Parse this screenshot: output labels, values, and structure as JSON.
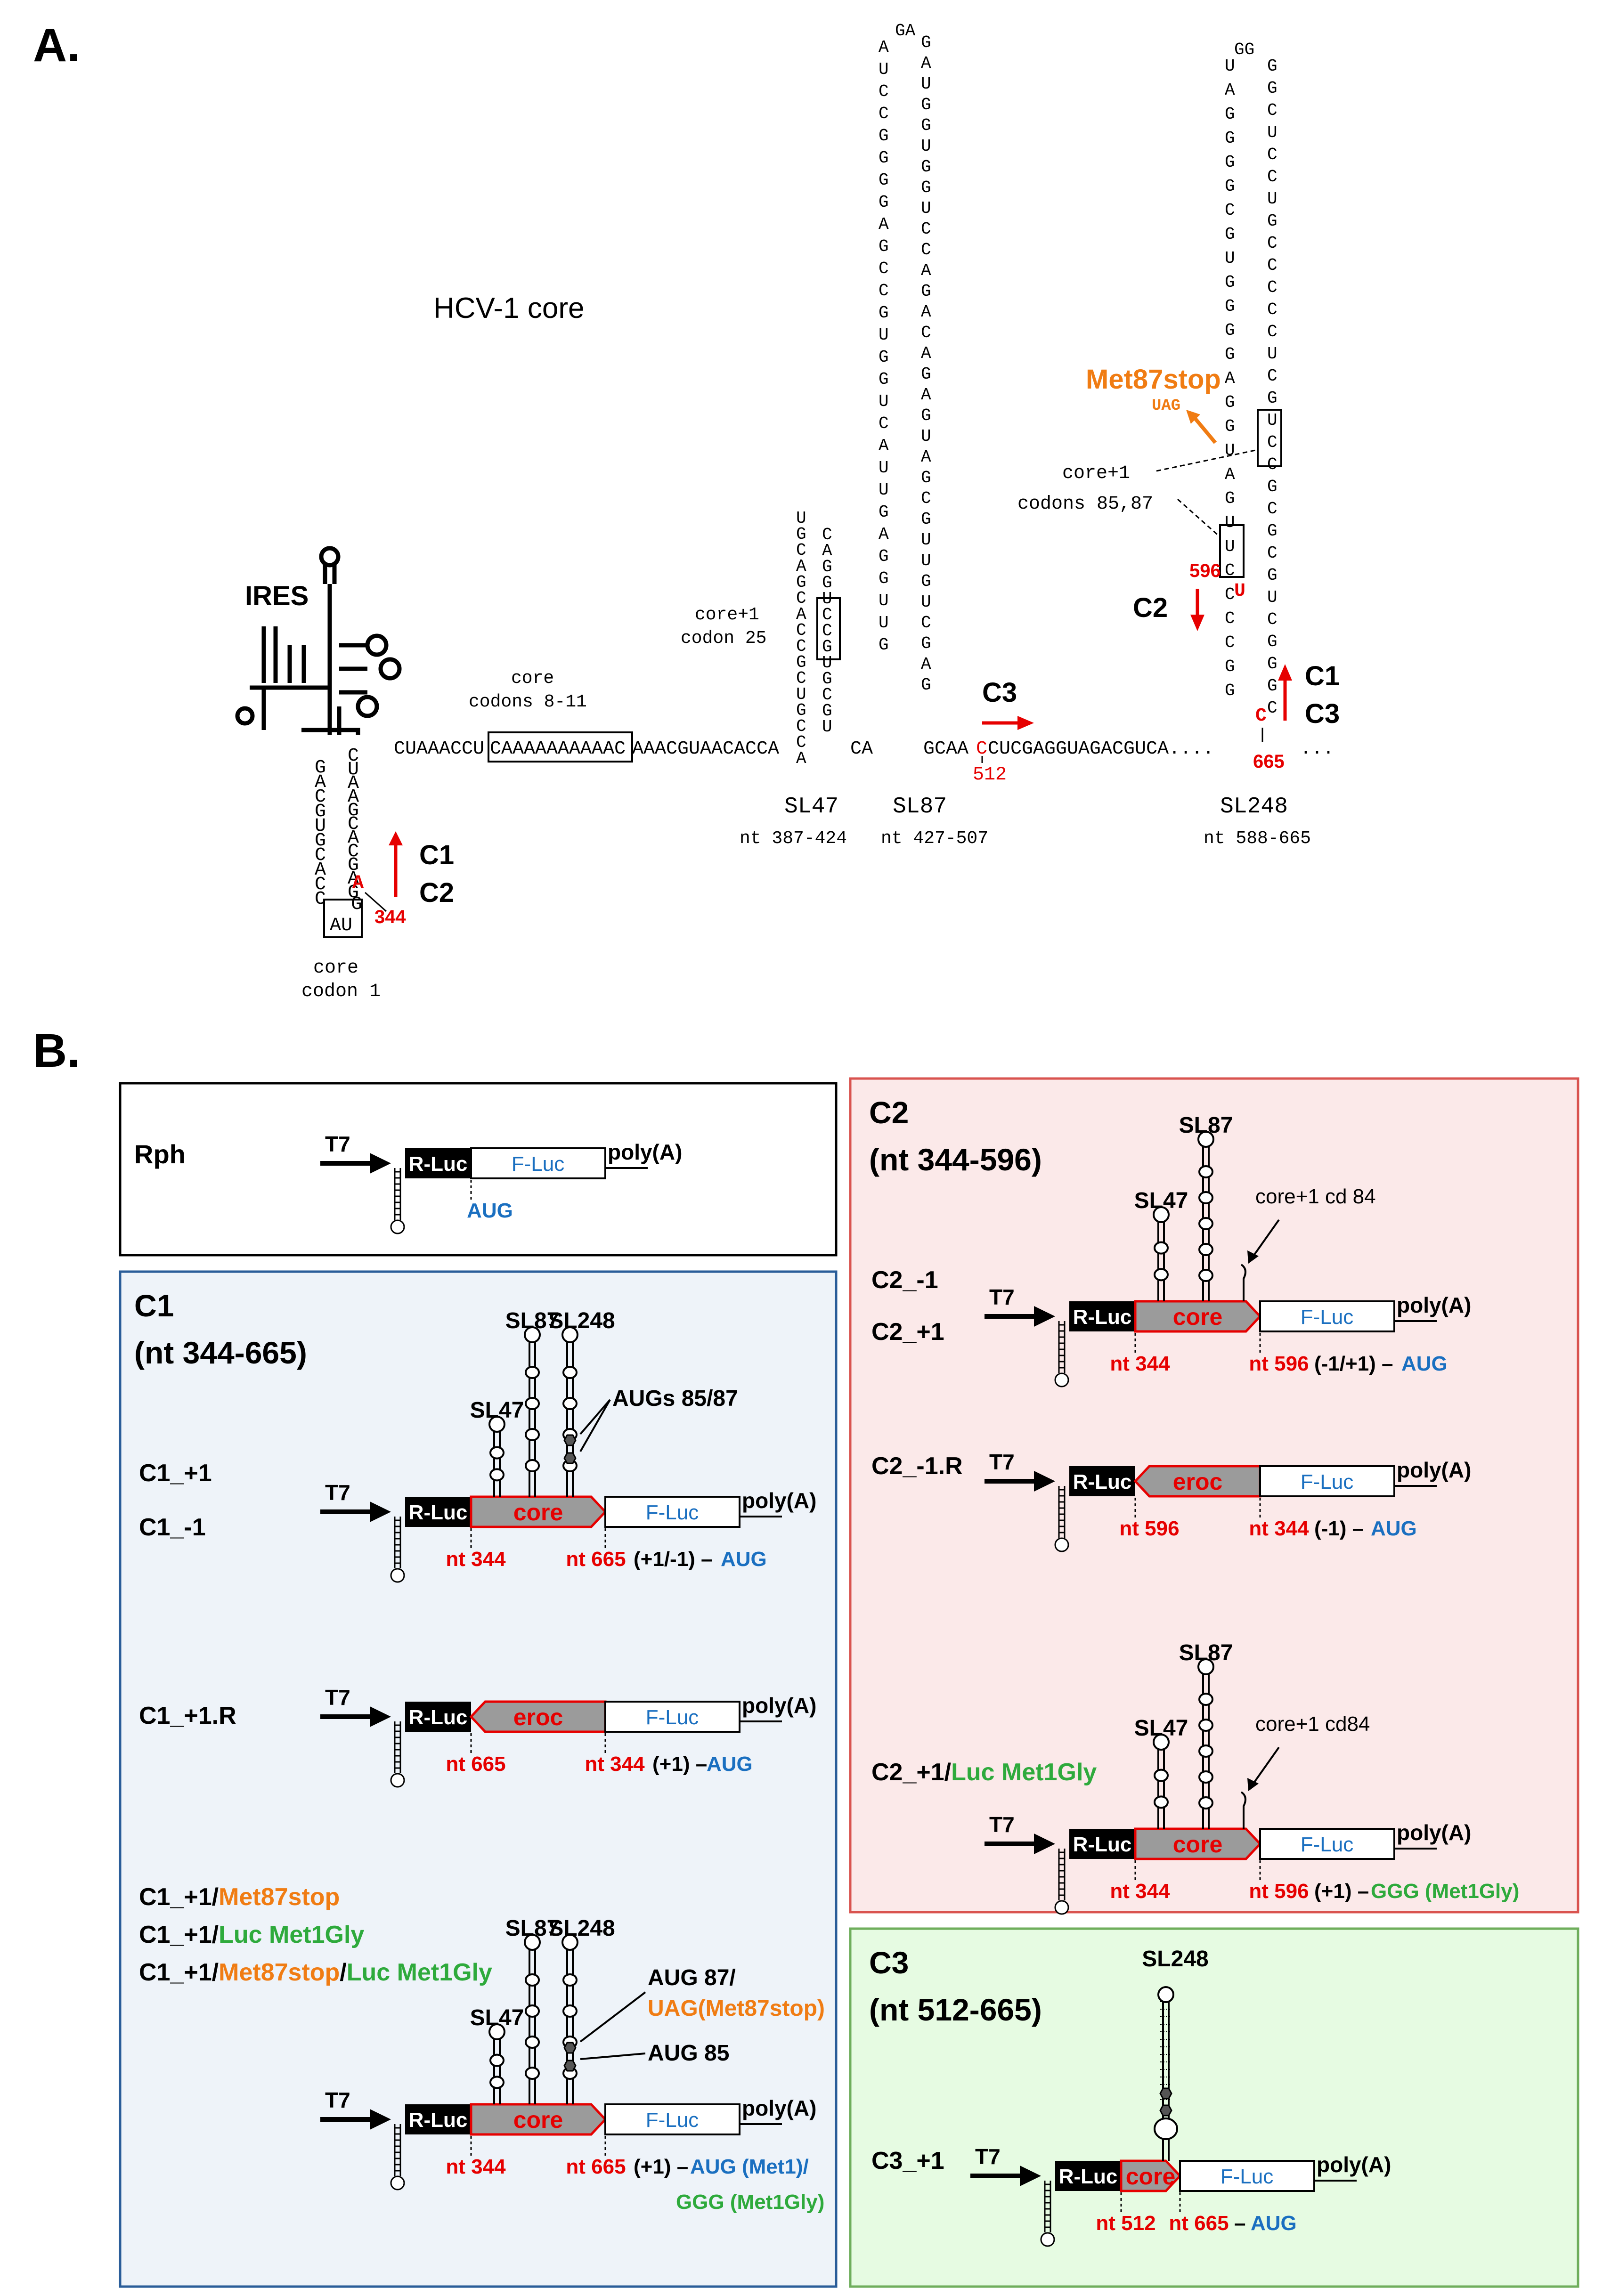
{
  "panel_a": {
    "label": "A.",
    "title": "HCV-1 core",
    "ires": "IRES",
    "seq_left": "CUAAACCU",
    "seq_boxed": "CAAAAAAAAAAC",
    "seq_mid": "AAACGUAACACCA",
    "seq_ca": "CA",
    "seq_gcaa": "GCAA",
    "seq_c512": "C",
    "seq_right": "CUCGAGGUAGACGUCA....",
    "seq_dots": "...",
    "core_codons_8_11": [
      "core",
      "codons 8-11"
    ],
    "core_codon_1": [
      "core",
      "codon 1"
    ],
    "core1_codon25": [
      "core+1",
      "codon 25"
    ],
    "core1_codons8587": [
      "core+1",
      "codons 85,87"
    ],
    "met87stop": "Met87stop",
    "uag": "UAG",
    "ires_stem_left": "GACGUGCACC",
    "ires_stem_right": "CUAAGCACGAG",
    "ires_loop": "AU",
    "nt344": "344",
    "nt512": "512",
    "nt596": "596",
    "nt665": "665",
    "u596": "U",
    "c665": "C",
    "c1": "C1",
    "c2": "C2",
    "c3": "C3",
    "sl47": "SL47",
    "sl87": "SL87",
    "sl248": "SL248",
    "sl47_nt": "nt 387-424",
    "sl87_nt": "nt 427-507",
    "sl248_nt": "nt 588-665",
    "sl47_left": "UGCAGCACCGCUGCCA",
    "sl47_right": "CAGGUCCGUGCGU",
    "sl87_left": "AUCCGGGGAGCCGUGGUCAUUGAGGUUG",
    "sl87_right": "GAUGGUGGUCCAGACAGAGUAGCGUUGUCGAG",
    "sl248_left": "UAGGGGCGUGGGGAGGUAGUUCCCCGG",
    "sl248_right": "GGCUCCUGCCCCCUCGUCCGCGCGUCGGGC",
    "sl87_top": "GA",
    "sl248_top": "GG"
  },
  "panel_b": {
    "label": "B.",
    "rph": {
      "title": "Rph",
      "t7": "T7",
      "rluc": "R-Luc",
      "fluc": "F-Luc",
      "polya": "poly(A)",
      "aug": "AUG"
    },
    "c1": {
      "title": "C1",
      "range": "(nt 344-665)",
      "c1p1": "C1_+1",
      "c1m1": "C1_-1",
      "c1p1r": "C1_+1.R",
      "core": "core",
      "eroc": "eroc",
      "sl47": "SL47",
      "sl87": "SL87",
      "sl248": "SL248",
      "augs8587": "AUGs 85/87",
      "nt344": "nt 344",
      "nt665": "nt 665",
      "pm1": "(+1/-1) –",
      "p1": "(+1) –",
      "aug": "AUG",
      "mut_prefix": "C1_+1/",
      "met87stop": "Met87stop",
      "lucmet1gly": "Luc Met1Gly",
      "slash": "/",
      "aug87": "AUG 87/",
      "uag_met87stop": "UAG(Met87stop)",
      "aug85": "AUG 85",
      "aug_met1": "AUG (Met1)/",
      "ggg_met1gly": "GGG (Met1Gly)",
      "t7": "T7",
      "rluc": "R-Luc",
      "fluc": "F-Luc",
      "polya": "poly(A)"
    },
    "c2": {
      "title": "C2",
      "range": "(nt 344-596)",
      "c2m1": "C2_-1",
      "c2p1": "C2_+1",
      "c2m1r": "C2_-1.R",
      "c2p1luc_prefix": "C2_+1/",
      "lucmet1gly": "Luc Met1Gly",
      "core": "core",
      "eroc": "eroc",
      "sl47": "SL47",
      "sl87": "SL87",
      "cd84a": "core+1 cd 84",
      "cd84b": "core+1 cd84",
      "nt344": "nt 344",
      "nt596": "nt 596",
      "pm1": "(-1/+1) –",
      "m1": "(-1) –",
      "p1": "(+1) –",
      "aug": "AUG",
      "ggg": "GGG (Met1Gly)",
      "t7": "T7",
      "rluc": "R-Luc",
      "fluc": "F-Luc",
      "polya": "poly(A)"
    },
    "c3": {
      "title": "C3",
      "range": "(nt 512-665)",
      "c3p1": "C3_+1",
      "core": "core",
      "sl248": "SL248",
      "nt512": "nt 512",
      "nt665": "nt 665",
      "dash": "–",
      "aug": "AUG",
      "t7": "T7",
      "rluc": "R-Luc",
      "fluc": "F-Luc",
      "polya": "poly(A)"
    }
  },
  "colors": {
    "red": "#e60000",
    "orange": "#f07c13",
    "green": "#2eaa3c",
    "blue": "#1a6fc0",
    "c1_bg": "#eef3f9",
    "c1_border": "#2a5d99",
    "c2_bg": "#fbe9e9",
    "c2_border": "#d9534f",
    "c3_bg": "#e6fbe2",
    "c3_border": "#6fae5c",
    "core_fill": "#9b9b9b"
  }
}
